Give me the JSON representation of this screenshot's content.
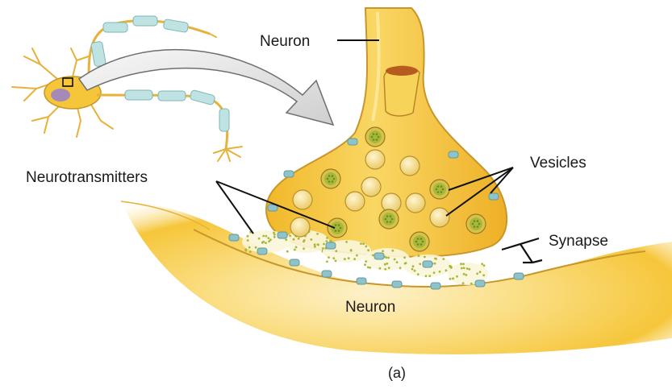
{
  "labels": {
    "neuron_top": "Neuron",
    "vesicles": "Vesicles",
    "neurotransmitters": "Neurotransmitters",
    "synapse": "Synapse",
    "neuron_bottom": "Neuron",
    "caption": "(a)"
  },
  "colors": {
    "cell_fill": "#f5c73a",
    "cell_light": "#fbe08a",
    "cell_edge": "#c8962a",
    "membrane_protein": "#8fc3c9",
    "vesicle_filled": "#a7b83a",
    "vesicle_empty": "#f2d98a",
    "myelin": "#bfe3e3",
    "arrow_fill": "#e6e6e6",
    "arrow_edge": "#6e6e6e",
    "soma_nucleus": "#a58ab8"
  },
  "icons": {
    "arrow": "curved-arrow-icon",
    "bracket": "synapse-bracket-icon"
  }
}
